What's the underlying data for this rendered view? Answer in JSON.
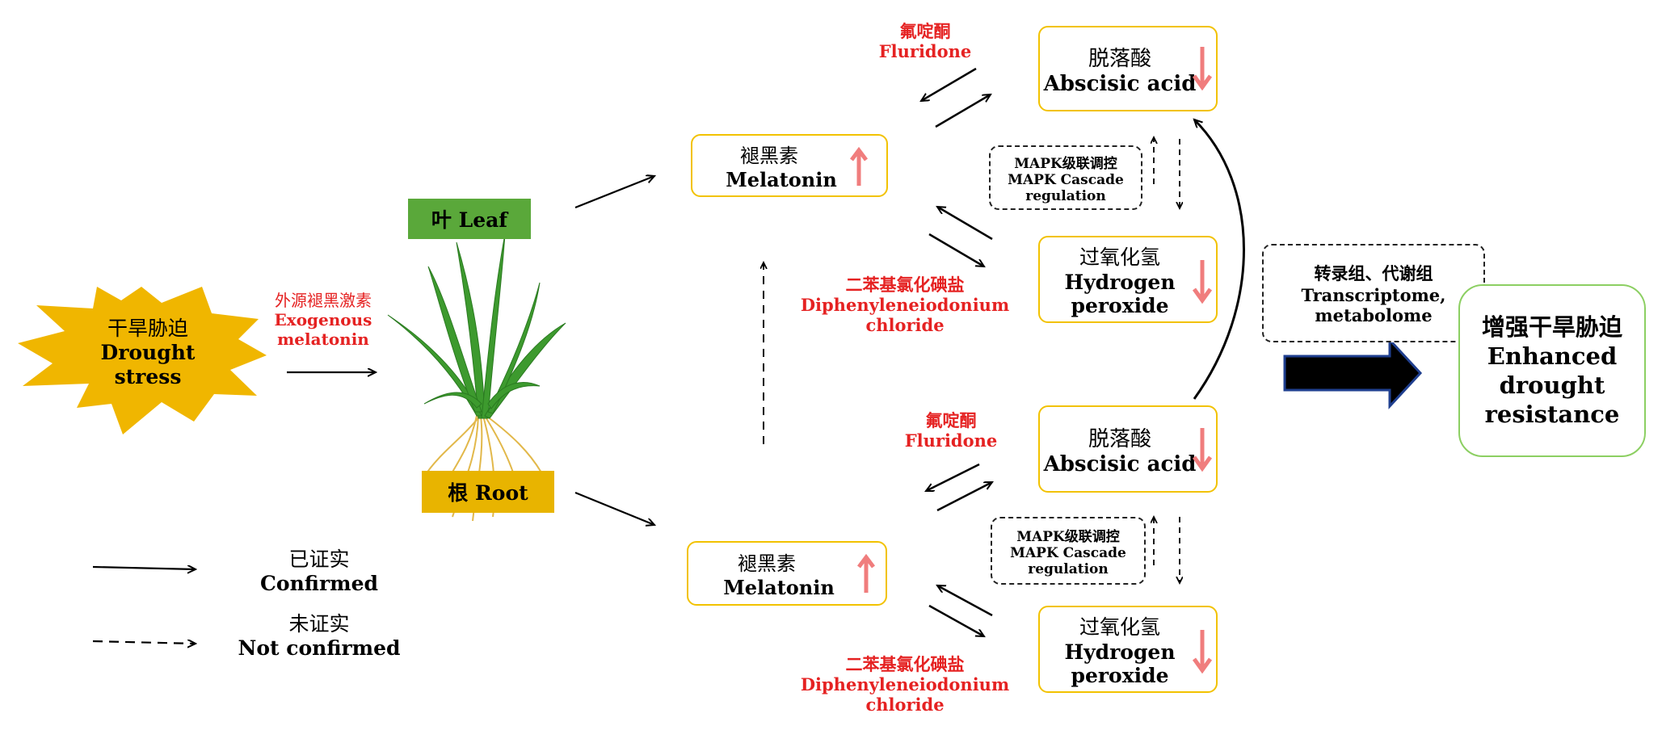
{
  "drought": {
    "cn": "干旱胁迫",
    "en_line1": "Drought",
    "en_line2": "stress",
    "color": "#f0b600"
  },
  "exogenous": {
    "cn": "外源褪黑激素",
    "en_line1": "Exogenous",
    "en_line2": "melatonin"
  },
  "leaf_tag": {
    "text": "叶 Leaf",
    "color": "#5aa83a"
  },
  "root_tag": {
    "text": "根 Root",
    "color": "#e8b400"
  },
  "legend": {
    "confirmed_cn": "已证实",
    "confirmed_en": "Confirmed",
    "not_confirmed_cn": "未证实",
    "not_confirmed_en": "Not confirmed"
  },
  "upper": {
    "melatonin": {
      "cn": "褪黑素",
      "en": "Melatonin"
    },
    "fluridone": {
      "cn": "氟啶酮",
      "en": "Fluridone"
    },
    "aba": {
      "cn": "脱落酸",
      "en": "Abscisic acid"
    },
    "mapk": {
      "cn": "MAPK级联调控",
      "en_line1": "MAPK Cascade",
      "en_line2": "regulation"
    },
    "h2o2": {
      "cn": "过氧化氢",
      "en_line1": "Hydrogen",
      "en_line2": "peroxide"
    },
    "dpi": {
      "cn": "二苯基氯化碘盐",
      "en_line1": "Diphenyleneiodonium",
      "en_line2": "chloride"
    }
  },
  "lower": {
    "melatonin": {
      "cn": "褪黑素",
      "en": "Melatonin"
    },
    "fluridone": {
      "cn": "氟啶酮",
      "en": "Fluridone"
    },
    "aba": {
      "cn": "脱落酸",
      "en": "Abscisic acid"
    },
    "mapk": {
      "cn": "MAPK级联调控",
      "en_line1": "MAPK Cascade",
      "en_line2": "regulation"
    },
    "h2o2": {
      "cn": "过氧化氢",
      "en_line1": "Hydrogen",
      "en_line2": "peroxide"
    },
    "dpi": {
      "cn": "二苯基氯化碘盐",
      "en_line1": "Diphenyleneiodonium",
      "en_line2": "chloride"
    }
  },
  "omics": {
    "cn": "转录组、代谢组",
    "en_line1": "Transcriptome,",
    "en_line2": "metabolome"
  },
  "result": {
    "cn": "增强干旱胁迫",
    "en_line1": "Enhanced",
    "en_line2": "drought",
    "en_line3": "resistance"
  },
  "colors": {
    "box_border": "#f2c200",
    "red_text": "#e52222",
    "trend_arrow": "#f07d7d",
    "result_border": "#8ccf62",
    "big_arrow": "#000000",
    "big_arrow_outline": "#1f3f8f"
  }
}
